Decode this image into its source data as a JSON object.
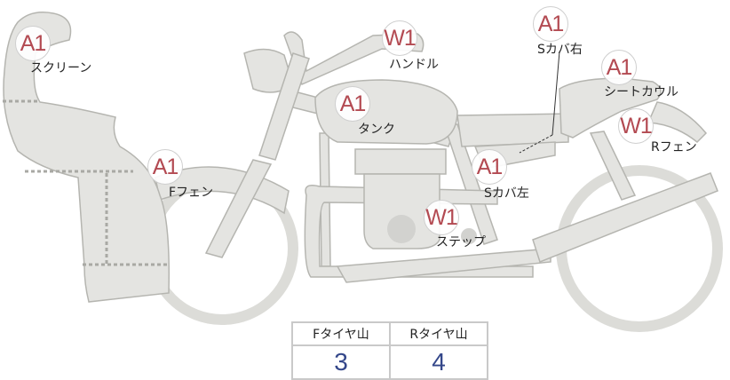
{
  "parts": [
    {
      "id": "screen",
      "badge": "A1",
      "label": "スクリーン"
    },
    {
      "id": "handle",
      "badge": "W1",
      "label": "ハンドル"
    },
    {
      "id": "side-cover-right",
      "badge": "A1",
      "label": "Sカバ右"
    },
    {
      "id": "seat-cowl",
      "badge": "A1",
      "label": "シートカウル"
    },
    {
      "id": "tank",
      "badge": "A1",
      "label": "タンク"
    },
    {
      "id": "rear-fender",
      "badge": "W1",
      "label": "Rフェン"
    },
    {
      "id": "front-fender",
      "badge": "A1",
      "label": "Fフェン"
    },
    {
      "id": "side-cover-left",
      "badge": "A1",
      "label": "Sカバ左"
    },
    {
      "id": "step",
      "badge": "W1",
      "label": "ステップ"
    }
  ],
  "tire_table": {
    "headers": [
      "Fタイヤ山",
      "Rタイヤ山"
    ],
    "values": [
      "3",
      "4"
    ]
  },
  "colors": {
    "badge_text": "#b34a52",
    "value_text": "#34478a",
    "body_fill": "#e4e4e1"
  }
}
